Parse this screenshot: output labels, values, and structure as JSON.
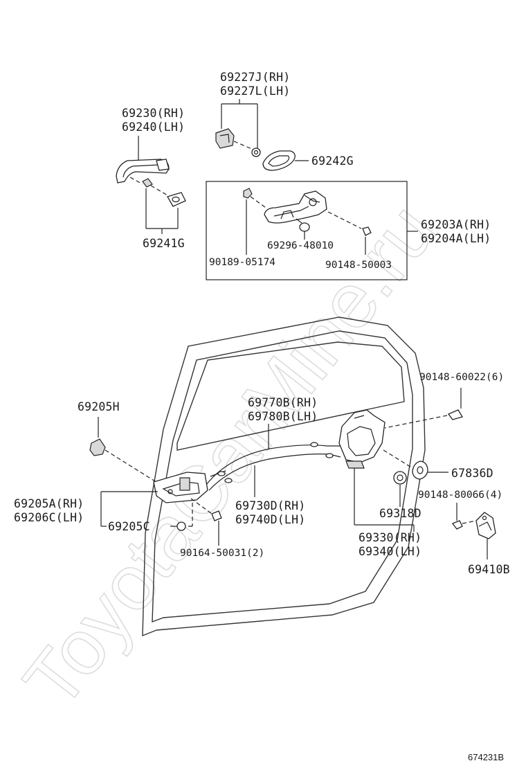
{
  "watermark": "ToyotaCarMine.ru",
  "figure_id": "674231B",
  "labels": {
    "p69227j": "69227J(RH)",
    "p69227l": "69227L(LH)",
    "p69230": "69230(RH)",
    "p69240": "69240(LH)",
    "p69242g": "69242G",
    "p69241g": "69241G",
    "p69203a": "69203A(RH)",
    "p69204a": "69204A(LH)",
    "p69296": "69296-48010",
    "p90189": "90189-05174",
    "p90148_50003": "90148-50003",
    "p90148_60022": "90148-60022(6)",
    "p69205h": "69205H",
    "p69770b": "69770B(RH)",
    "p69780b": "69780B(LH)",
    "p69205a": "69205A(RH)",
    "p69206c": "69206C(LH)",
    "p69205c": "69205C",
    "p69730d": "69730D(RH)",
    "p69740d": "69740D(LH)",
    "p90164": "90164-50031(2)",
    "p67836d": "67836D",
    "p90148_80066": "90148-80066(4)",
    "p69318d": "69318D",
    "p69330": "69330(RH)",
    "p69340": "69340(LH)",
    "p69410b": "69410B"
  }
}
